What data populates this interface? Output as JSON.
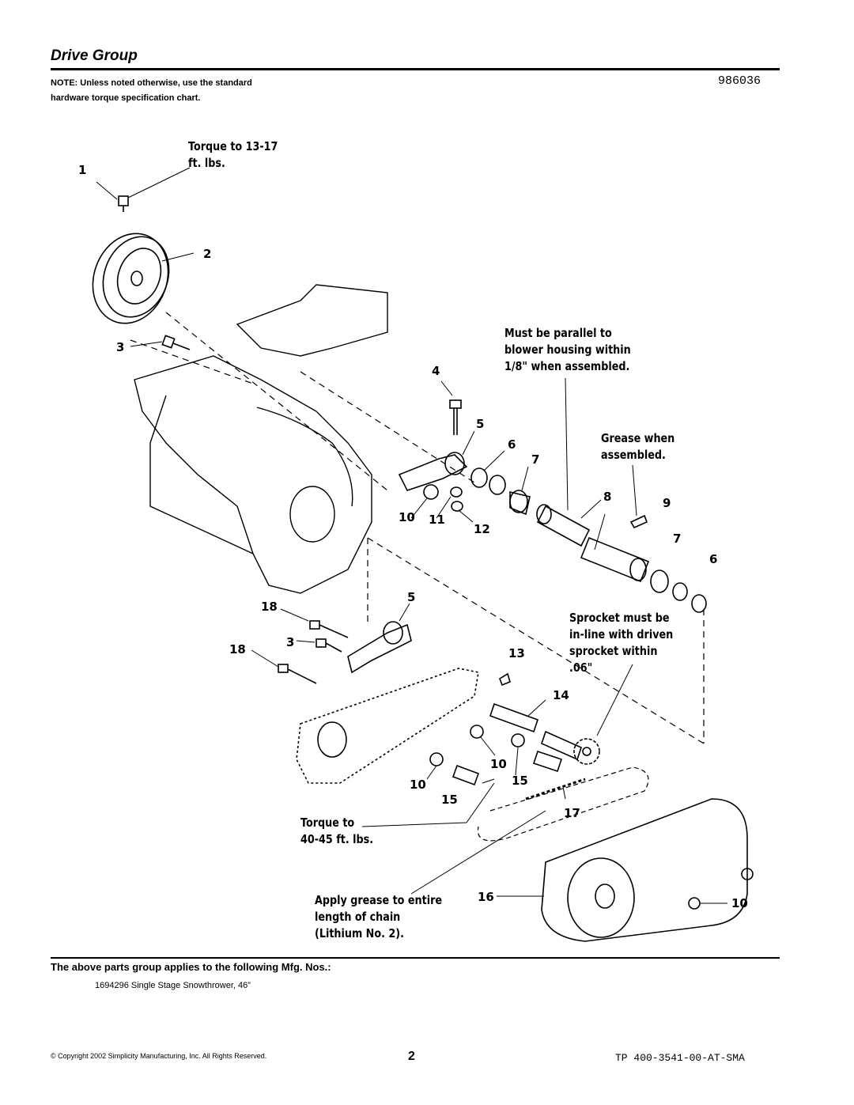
{
  "header": {
    "title": "Drive Group",
    "note": "NOTE: Unless noted otherwise, use the standard hardware torque specification chart.",
    "diagram_id": "986036"
  },
  "callouts": {
    "torque_top": "Torque to 13-17 ft. lbs.",
    "parallel": "Must be parallel to blower housing within 1/8\" when assembled.",
    "grease": "Grease when assembled.",
    "sprocket": "Sprocket must be in-line with driven sprocket within .06\"",
    "torque_bottom": "Torque to 40-45 ft. lbs.",
    "chain_grease": "Apply grease to entire length of chain (Lithium No. 2)."
  },
  "part_numbers": [
    "1",
    "2",
    "3",
    "4",
    "5",
    "6",
    "7",
    "8",
    "9",
    "10",
    "11",
    "12",
    "7",
    "6",
    "18",
    "5",
    "3",
    "18",
    "13",
    "14",
    "10",
    "10",
    "15",
    "15",
    "17",
    "16",
    "10"
  ],
  "footer": {
    "applies_heading": "The above parts group applies to the following Mfg. Nos.:",
    "mfg_entry": "1694296   Single Stage Snowthrower, 46”",
    "copyright": "© Copyright 2002 Simplicity Manufacturing, Inc. All Rights Reserved.",
    "page_number": "2",
    "doc_number": "TP 400-3541-00-AT-SMA"
  }
}
